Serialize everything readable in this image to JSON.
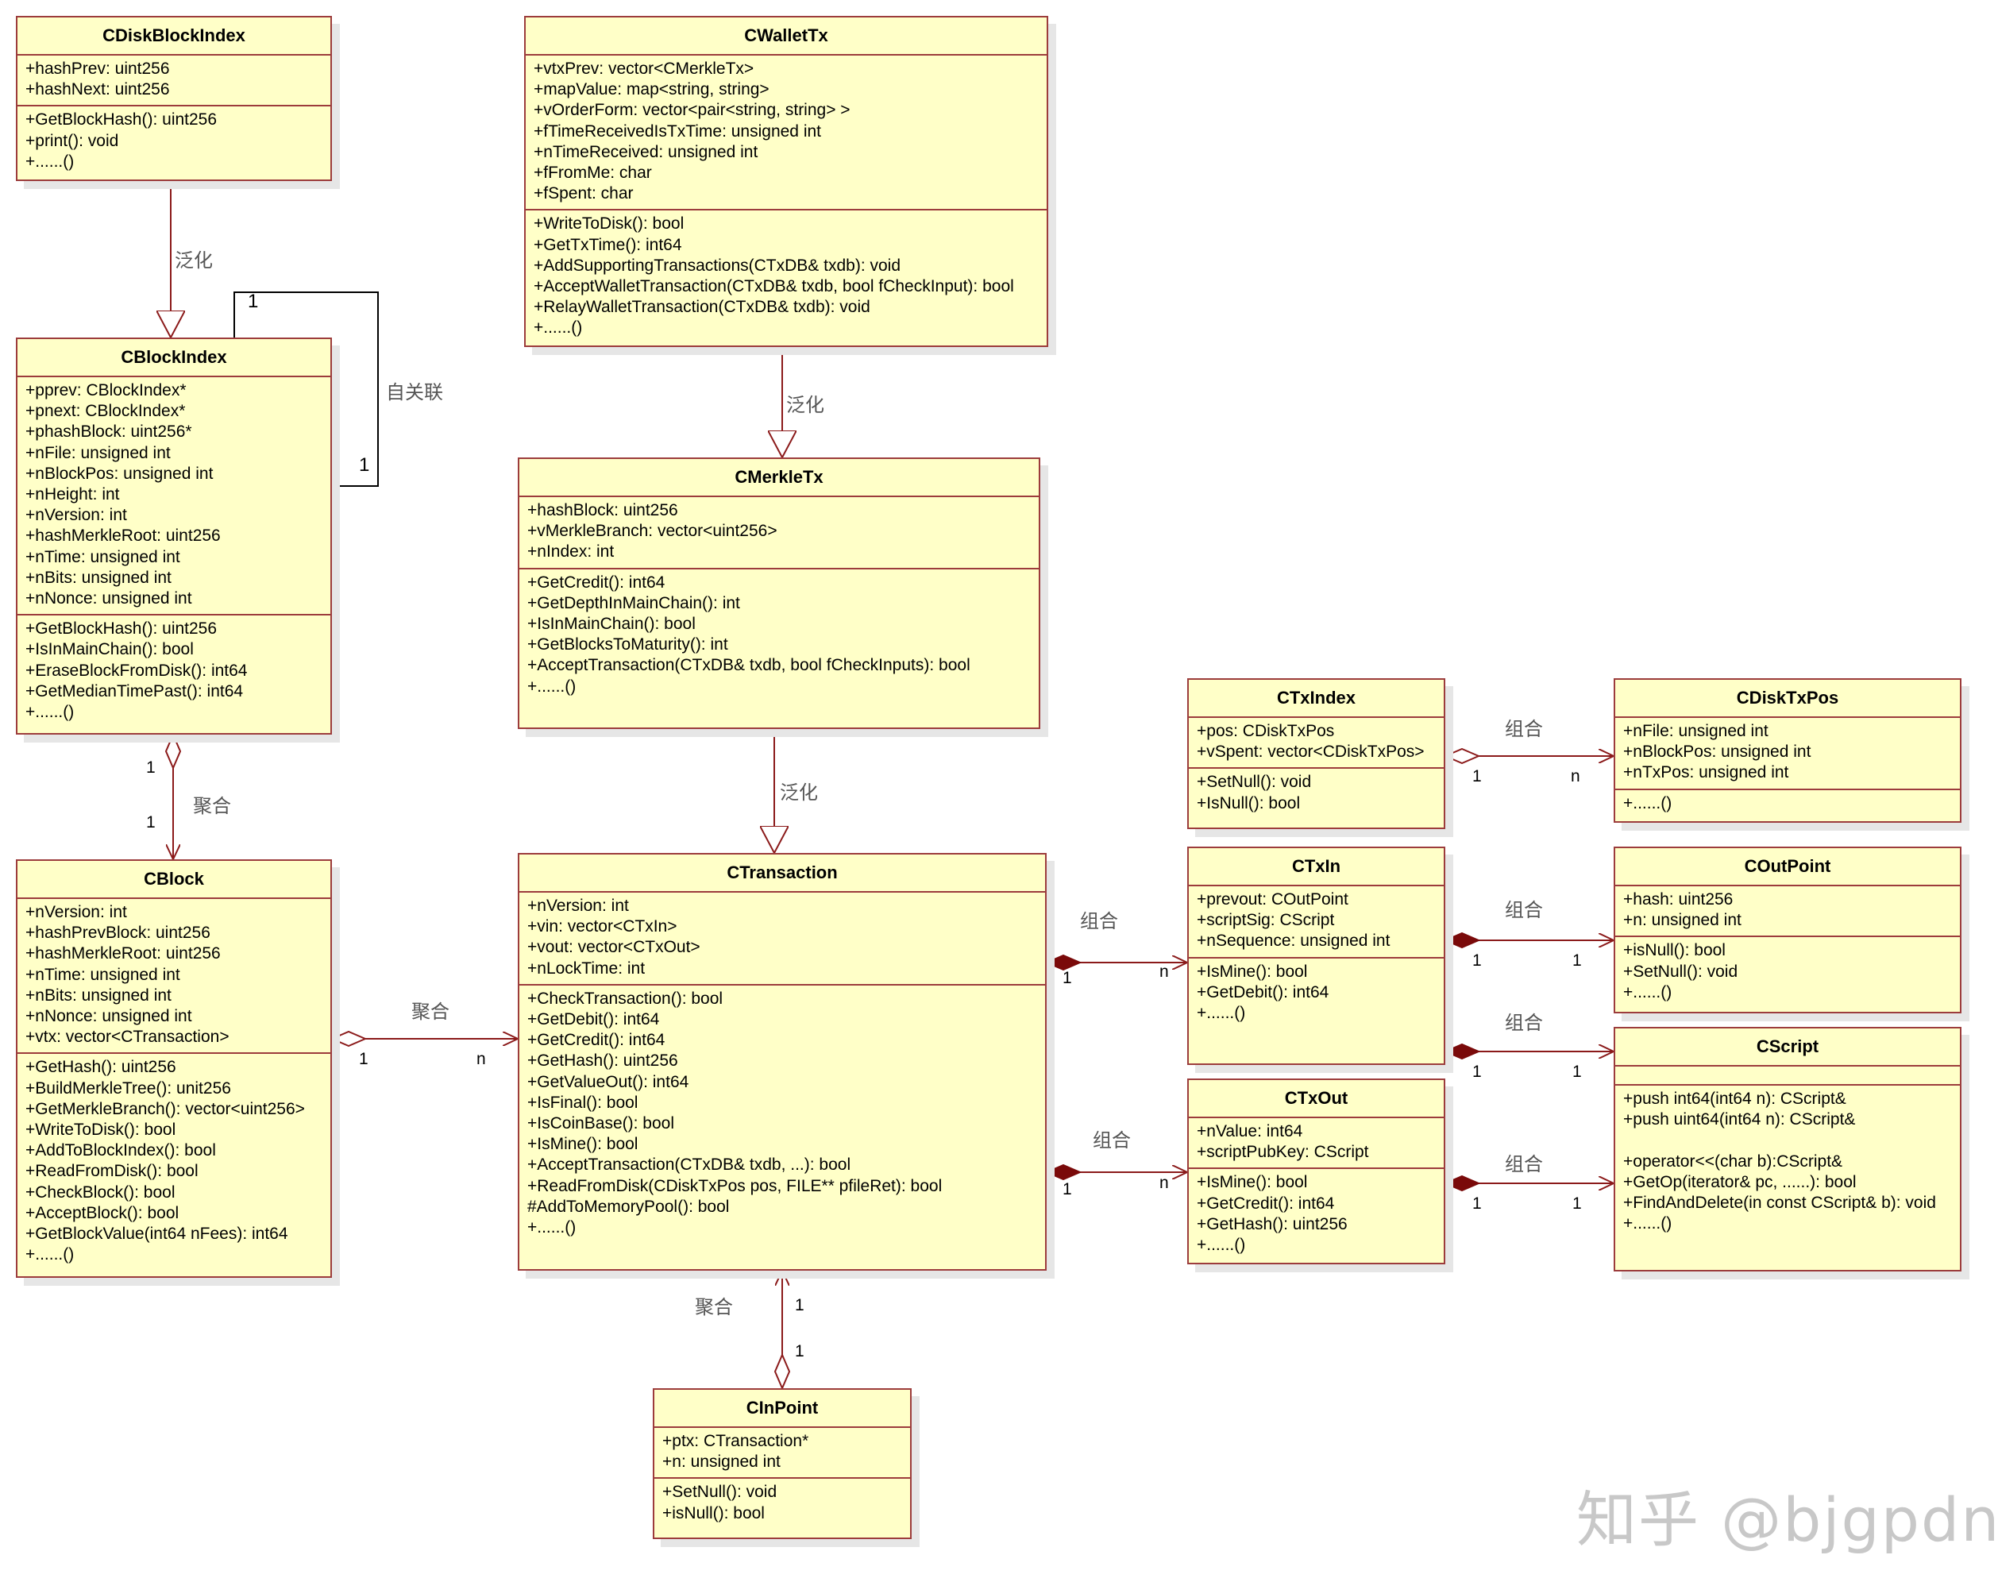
{
  "classes": {
    "cdiskblockindex": {
      "name": "CDiskBlockIndex",
      "attributes": [
        "+hashPrev: uint256",
        "+hashNext: uint256"
      ],
      "methods": [
        "+GetBlockHash(): uint256",
        "+print(): void",
        "+......()"
      ]
    },
    "cwallettx": {
      "name": "CWalletTx",
      "attributes": [
        "+vtxPrev: vector<CMerkleTx>",
        "+mapValue: map<string, string>",
        "+vOrderForm: vector<pair<string, string> >",
        "+fTimeReceivedIsTxTime: unsigned int",
        "+nTimeReceived: unsigned int",
        "+fFromMe: char",
        "+fSpent: char"
      ],
      "methods": [
        "+WriteToDisk(): bool",
        "+GetTxTime(): int64",
        "+AddSupportingTransactions(CTxDB& txdb): void",
        "+AcceptWalletTransaction(CTxDB& txdb, bool fCheckInput): bool",
        "+RelayWalletTransaction(CTxDB& txdb): void",
        "+......()"
      ]
    },
    "cblockindex": {
      "name": "CBlockIndex",
      "attributes": [
        "+pprev: CBlockIndex*",
        "+pnext: CBlockIndex*",
        "+phashBlock: uint256*",
        "+nFile: unsigned int",
        "+nBlockPos: unsigned int",
        "+nHeight: int",
        "+nVersion: int",
        "+hashMerkleRoot: uint256",
        "+nTime: unsigned int",
        "+nBits: unsigned int",
        "+nNonce: unsigned int"
      ],
      "methods": [
        "+GetBlockHash(): uint256",
        "+IsInMainChain(): bool",
        "+EraseBlockFromDisk(): int64",
        "+GetMedianTimePast(): int64",
        "+......()"
      ]
    },
    "cmerkletx": {
      "name": "CMerkleTx",
      "attributes": [
        "+hashBlock: uint256",
        "+vMerkleBranch: vector<uint256>",
        "+nIndex: int"
      ],
      "methods": [
        "+GetCredit(): int64",
        "+GetDepthInMainChain(): int",
        "+IsInMainChain(): bool",
        "+GetBlocksToMaturity(): int",
        "+AcceptTransaction(CTxDB& txdb, bool fCheckInputs): bool",
        "+......()"
      ]
    },
    "ctxindex": {
      "name": "CTxIndex",
      "attributes": [
        "+pos: CDiskTxPos",
        "+vSpent: vector<CDiskTxPos>"
      ],
      "methods": [
        "+SetNull(): void",
        "+IsNull(): bool"
      ]
    },
    "cdisktxpos": {
      "name": "CDiskTxPos",
      "attributes": [
        "+nFile: unsigned int",
        "+nBlockPos: unsigned int",
        "+nTxPos: unsigned int"
      ],
      "methods": [
        "+......()"
      ]
    },
    "cblock": {
      "name": "CBlock",
      "attributes": [
        "+nVersion: int",
        "+hashPrevBlock: uint256",
        "+hashMerkleRoot: uint256",
        "+nTime: unsigned int",
        "+nBits: unsigned int",
        "+nNonce: unsigned int",
        "+vtx: vector<CTransaction>"
      ],
      "methods": [
        "+GetHash(): uint256",
        "+BuildMerkleTree(): unit256",
        "+GetMerkleBranch(): vector<uint256>",
        "+WriteToDisk(): bool",
        "+AddToBlockIndex(): bool",
        "+ReadFromDisk(): bool",
        "+CheckBlock(): bool",
        "+AcceptBlock(): bool",
        "+GetBlockValue(int64 nFees): int64",
        "+......()"
      ]
    },
    "ctransaction": {
      "name": "CTransaction",
      "attributes": [
        "+nVersion: int",
        "+vin: vector<CTxIn>",
        "+vout: vector<CTxOut>",
        "+nLockTime: int"
      ],
      "methods": [
        "+CheckTransaction(): bool",
        "+GetDebit(): int64",
        "+GetCredit(): int64",
        "+GetHash(): uint256",
        "+GetValueOut(): int64",
        "+IsFinal(): bool",
        "+IsCoinBase(): bool",
        "+IsMine(): bool",
        "+AcceptTransaction(CTxDB& txdb, ...): bool",
        "+ReadFromDisk(CDiskTxPos pos, FILE** pfileRet): bool",
        "#AddToMemoryPool(): bool",
        "+......()"
      ]
    },
    "ctxin": {
      "name": "CTxIn",
      "attributes": [
        "+prevout: COutPoint",
        "+scriptSig: CScript",
        "+nSequence: unsigned int"
      ],
      "methods": [
        "+IsMine(): bool",
        "+GetDebit(): int64",
        "+......()"
      ]
    },
    "coutpoint": {
      "name": "COutPoint",
      "attributes": [
        "+hash: uint256",
        "+n: unsigned int"
      ],
      "methods": [
        "+isNull(): bool",
        "+SetNull(): void",
        "+......()"
      ]
    },
    "cscript": {
      "name": "CScript",
      "attributes": [],
      "methods": [
        "+push int64(int64 n): CScript&",
        "+push uint64(int64 n): CScript&",
        "",
        "+operator<<(char b):CScript&",
        "+GetOp(iterator& pc, ......): bool",
        "+FindAndDelete(in const CScript& b): void",
        "+......()"
      ]
    },
    "ctxout": {
      "name": "CTxOut",
      "attributes": [
        "+nValue: int64",
        "+scriptPubKey: CScript"
      ],
      "methods": [
        "+IsMine(): bool",
        "+GetCredit(): int64",
        "+GetHash(): uint256",
        "+......()"
      ]
    },
    "cinpoint": {
      "name": "CInPoint",
      "attributes": [
        "+ptx: CTransaction*",
        "+n: unsigned int"
      ],
      "methods": [
        "+SetNull(): void",
        "+isNull(): bool"
      ]
    }
  },
  "relations": {
    "generalization": "泛化",
    "self_association": "自关联",
    "aggregation": "聚合",
    "composition": "组合"
  },
  "multiplicity": {
    "one": "1",
    "many": "n"
  },
  "watermark": "知乎 @bjgpdn",
  "colors": {
    "class_fill": "#ffffc8",
    "class_border": "#9c3c3c",
    "line": "#8b1a1a",
    "composition_fill": "#7a0a0a"
  }
}
